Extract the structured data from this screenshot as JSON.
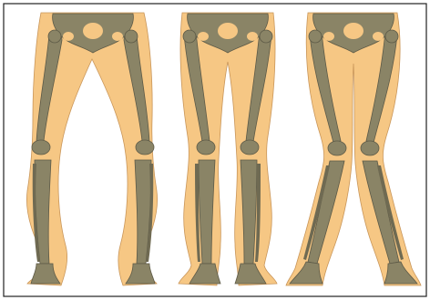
{
  "illustration": {
    "panels": [
      {
        "id": "bow-legs"
      },
      {
        "id": "normal-legs"
      },
      {
        "id": "knock-knees"
      }
    ],
    "colors": {
      "skin": "#f6c784",
      "skin_outline": "#c9965a",
      "bone": "#8a8466",
      "bone_dark": "#5d5a47",
      "frame_border": "#222222",
      "background": "#ffffff"
    }
  }
}
